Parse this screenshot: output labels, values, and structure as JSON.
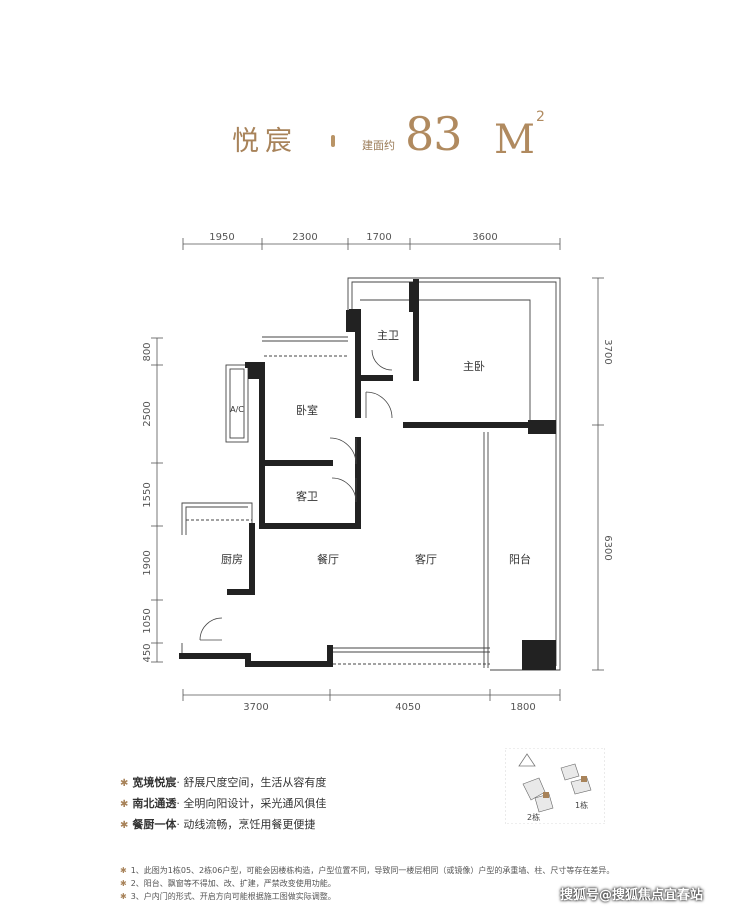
{
  "title": {
    "name": "悦宸",
    "area_label": "建面约",
    "area_value": "83",
    "area_unit": "M",
    "area_exp": "2"
  },
  "dims": {
    "top": [
      "1950",
      "2300",
      "1700",
      "3600"
    ],
    "bottom": [
      "3700",
      "4050",
      "1800"
    ],
    "left": [
      "800",
      "2500",
      "1550",
      "1900",
      "1050",
      "450"
    ],
    "right": [
      "3700",
      "6300"
    ]
  },
  "rooms": {
    "master_bath": "主卫",
    "master_bedroom": "主卧",
    "ac": "A/C",
    "bedroom": "卧室",
    "guest_bath": "客卫",
    "kitchen": "厨房",
    "dining": "餐厅",
    "living": "客厅",
    "balcony": "阳台"
  },
  "features": [
    {
      "key": "宽境悦宸",
      "text": "· 舒展尺度空间，生活从容有度"
    },
    {
      "key": "南北通透",
      "text": "· 全明向阳设计，采光通风俱佳"
    },
    {
      "key": "餐厨一体",
      "text": "· 动线流畅，烹饪用餐更便捷"
    }
  ],
  "notes": [
    "1、此图为1栋05、2栋06户型，可能会因楼栋构造，户型位置不同，导致同一楼层相同（或镜像）户型的承重墙、柱、尺寸等存在差异。",
    "2、阳台、飘窗等不得加、改、扩建，严禁改变使用功能。",
    "3、户内门的形式、开启方向可能根据施工图做实际调整。"
  ],
  "keymap": {
    "building1": "1栋",
    "building2": "2栋"
  },
  "watermark": "搜狐号@搜狐焦点宜春站",
  "colors": {
    "accent": "#a8835a",
    "wall": "#222222",
    "line": "#333333"
  }
}
